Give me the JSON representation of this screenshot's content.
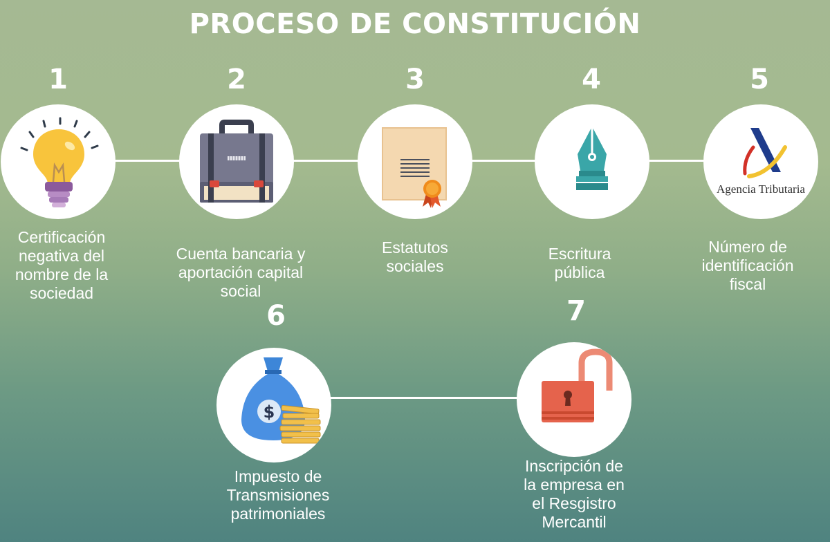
{
  "title": "PROCESO DE CONSTITUCIÓN",
  "steps": [
    {
      "number": "1",
      "label": "Certificación\nnegativa del\nnombre de la\nsociedad",
      "icon": "lightbulb-icon"
    },
    {
      "number": "2",
      "label": "Cuenta bancaria y\naportación capital\nsocial",
      "icon": "briefcase-icon"
    },
    {
      "number": "3",
      "label": "Estatutos\nsociales",
      "icon": "certificate-document-icon"
    },
    {
      "number": "4",
      "label": "Escritura\npública",
      "icon": "fountain-pen-icon"
    },
    {
      "number": "5",
      "label": "Número de\nidentificación\nfiscal",
      "icon": "agencia-tributaria-logo",
      "logo_text": "Agencia Tributaria"
    },
    {
      "number": "6",
      "label": "Impuesto de\nTransmisiones\npatrimoniales",
      "icon": "money-bag-icon"
    },
    {
      "number": "7",
      "label": "Inscripción de\nla empresa en\nel Resgistro\nMercantil",
      "icon": "open-padlock-icon"
    }
  ],
  "colors": {
    "background_top": "#a5b993",
    "background_bottom": "#4f8380",
    "text": "#ffffff",
    "circle": "#ffffff"
  }
}
